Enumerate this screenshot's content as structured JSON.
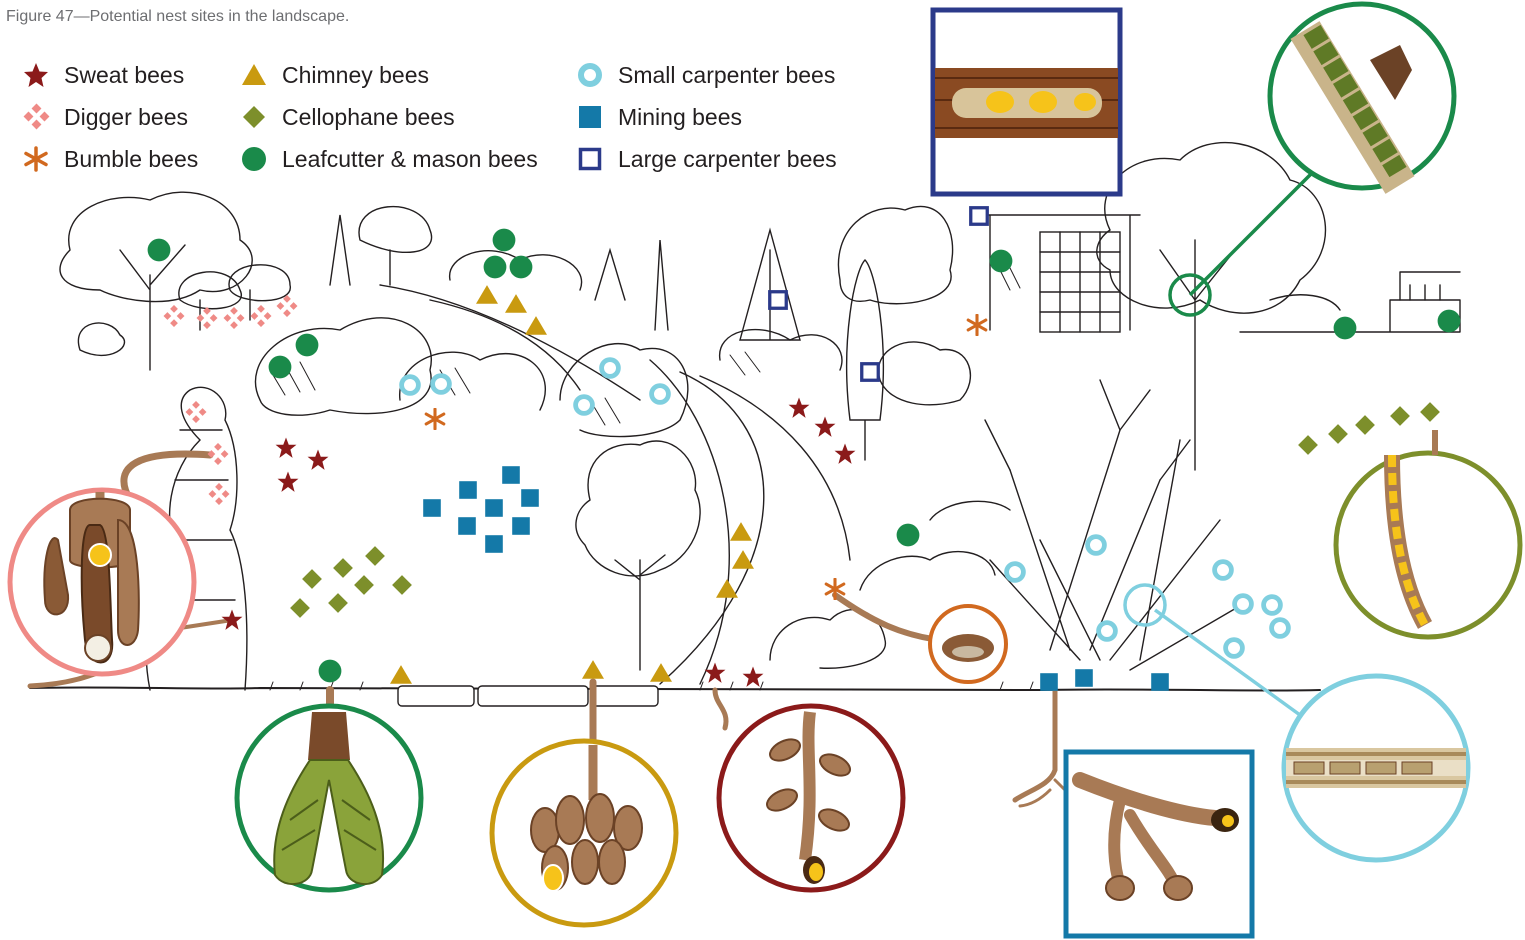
{
  "caption": "Figure 47—Potential nest sites in the landscape.",
  "legend": {
    "sweat_bees": "Sweat bees",
    "digger_bees": "Digger bees",
    "bumble_bees": "Bumble bees",
    "chimney_bees": "Chimney bees",
    "cellophane_bees": "Cellophane bees",
    "leafcutter_mason_bees": "Leafcutter & mason bees",
    "small_carpenter_bees": "Small carpenter bees",
    "mining_bees": "Mining bees",
    "large_carpenter_bees": "Large carpenter bees"
  },
  "colors": {
    "sweat": "#8b1a1a",
    "digger": "#ef8a86",
    "bumble": "#d1691f",
    "chimney": "#c99a10",
    "cellophane": "#7d8f2b",
    "leafcutter": "#1a8a4a",
    "small_carpenter": "#7fcfdf",
    "mining": "#1479a8",
    "large_carpenter": "#2b3a8a",
    "tunnel": "#a87a55",
    "tunnel_dark": "#6b4226",
    "cell_yellow": "#f6c31a",
    "leaf_green": "#8aa33a"
  }
}
